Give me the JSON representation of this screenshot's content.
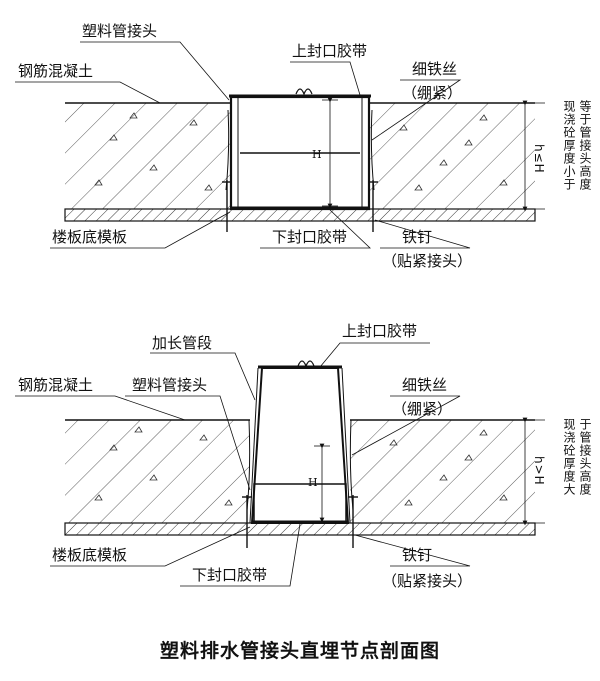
{
  "caption": "塑料排水管接头直埋节点剖面图",
  "top": {
    "plastic_joint": "塑料管接头",
    "rebar_concrete": "钢筋混凝土",
    "upper_tape": "上封口胶带",
    "wire": "细铁丝",
    "wire_note": "（绷紧）",
    "formwork": "楼板底模板",
    "lower_tape": "下封口胶带",
    "nail": "铁钉",
    "nail_note": "（贴紧接头）",
    "side_note_1": "现浇砼厚度小于",
    "side_note_2": "等于管接头高度",
    "dim_H": "H",
    "dim_h": "h≤H"
  },
  "bottom": {
    "upper_tape": "上封口胶带",
    "extension": "加长管段",
    "rebar_concrete": "钢筋混凝土",
    "plastic_joint": "塑料管接头",
    "wire": "细铁丝",
    "wire_note": "（绷紧）",
    "formwork": "楼板底模板",
    "lower_tape": "下封口胶带",
    "nail": "铁钉",
    "nail_note": "（贴紧接头）",
    "side_note_1": "现浇砼厚度大",
    "side_note_2": "于管接头高度",
    "dim_H": "H",
    "dim_h": "h>H"
  }
}
